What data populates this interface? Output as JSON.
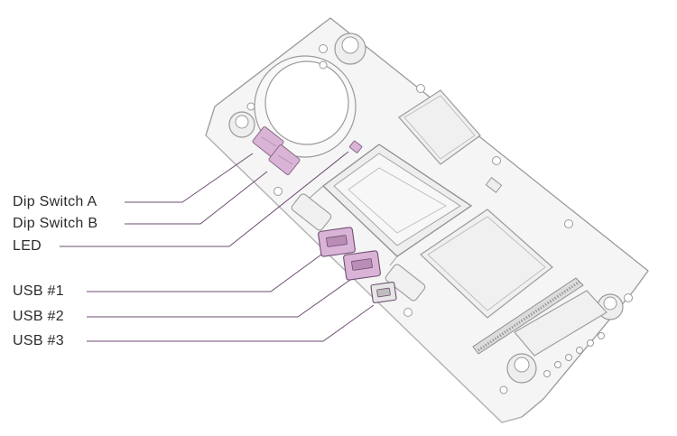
{
  "labels": {
    "dip_switch_a": "Dip Switch A",
    "dip_switch_b": "Dip Switch B",
    "led": "LED",
    "usb_1": "USB #1",
    "usb_2": "USB #2",
    "usb_3": "USB #3"
  },
  "colors": {
    "board_fill": "#f5f5f5",
    "outline": "#9a9a9a",
    "leader_line": "#6e4e72",
    "highlight": "#d9b4d6",
    "highlight_dark": "#b98db6",
    "label_text": "#2b2b2b"
  }
}
